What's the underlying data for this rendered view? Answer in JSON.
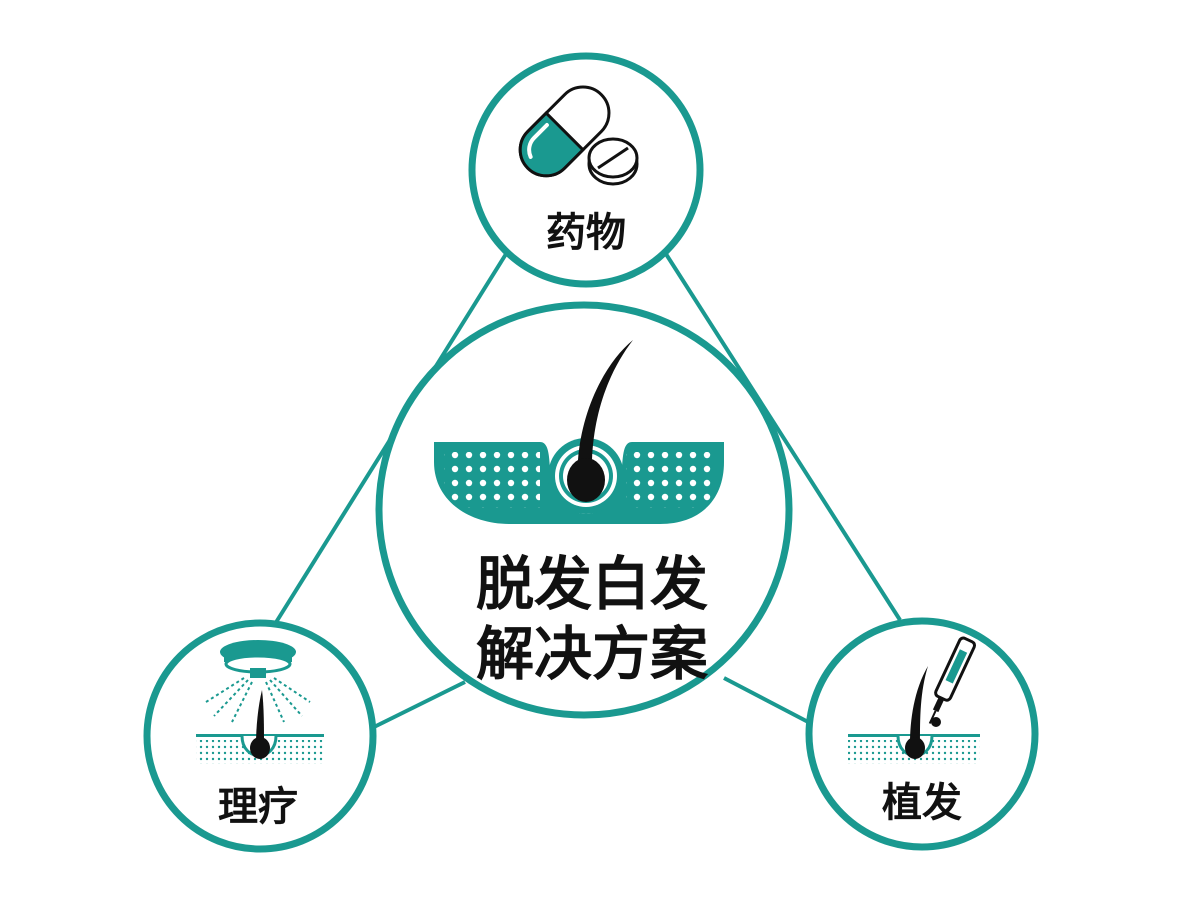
{
  "center": {
    "line1": "脱发白发",
    "line2": "解决方案",
    "icon": "hair-follicle-icon"
  },
  "nodes": {
    "top": {
      "label": "药物",
      "icon": "capsule-tablet-icon"
    },
    "left": {
      "label": "理疗",
      "icon": "laser-therapy-icon"
    },
    "right": {
      "label": "植发",
      "icon": "hair-transplant-icon"
    }
  },
  "colors": {
    "teal": "#1a9990",
    "teal_dark": "#12857d",
    "hair": "#111111",
    "background": "#ffffff"
  }
}
